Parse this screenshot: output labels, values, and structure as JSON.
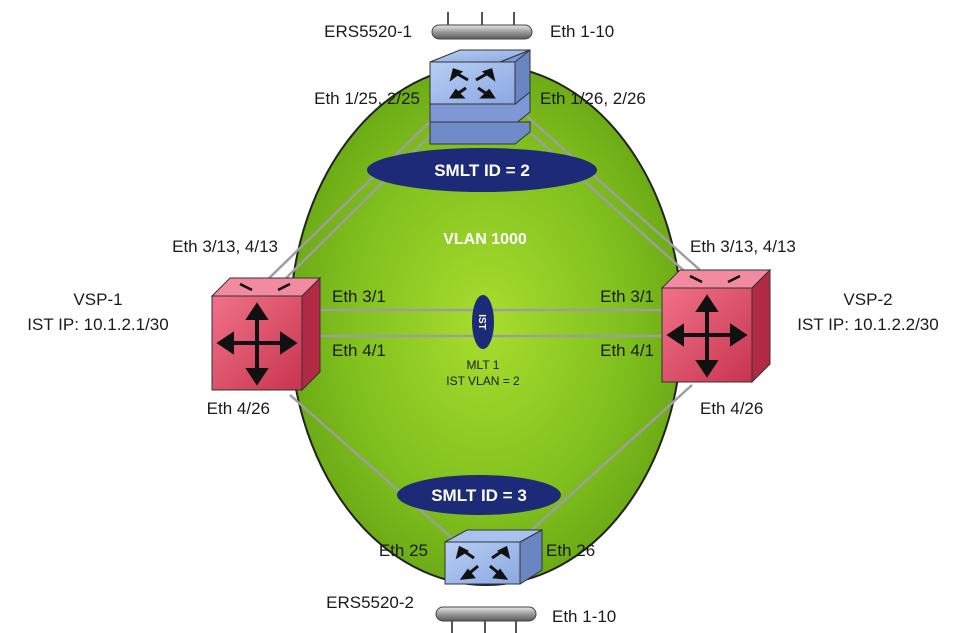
{
  "switches": {
    "ers1": {
      "name": "ERS5520-1",
      "uplink_port": "Eth 1-10",
      "port_left": "Eth 1/25, 2/25",
      "port_right": "Eth 1/26, 2/26"
    },
    "ers2": {
      "name": "ERS5520-2",
      "uplink_port": "Eth 1-10",
      "port_left": "Eth 25",
      "port_right": "Eth 26"
    },
    "vsp1": {
      "name": "VSP-1",
      "ist_ip": "IST IP: 10.1.2.1/30",
      "port_top": "Eth 3/13, 4/13",
      "port_ist1": "Eth 3/1",
      "port_ist2": "Eth 4/1",
      "port_bottom": "Eth 4/26"
    },
    "vsp2": {
      "name": "VSP-2",
      "ist_ip": "IST IP: 10.1.2.2/30",
      "port_top": "Eth 3/13, 4/13",
      "port_ist1": "Eth 3/1",
      "port_ist2": "Eth 4/1",
      "port_bottom": "Eth 4/26"
    }
  },
  "labels": {
    "smlt_top": "SMLT ID = 2",
    "smlt_bottom": "SMLT ID = 3",
    "vlan": "VLAN 1000",
    "ist": "IST",
    "mlt": "MLT 1",
    "ist_vlan": "IST VLAN = 2"
  },
  "colors": {
    "vlan_green": "#7fbf1e",
    "smlt_blue": "#1c2a78",
    "vsp_red": "#e0506a",
    "ers_blue": "#8fb0e8",
    "link_gray": "#9a9a9a"
  }
}
